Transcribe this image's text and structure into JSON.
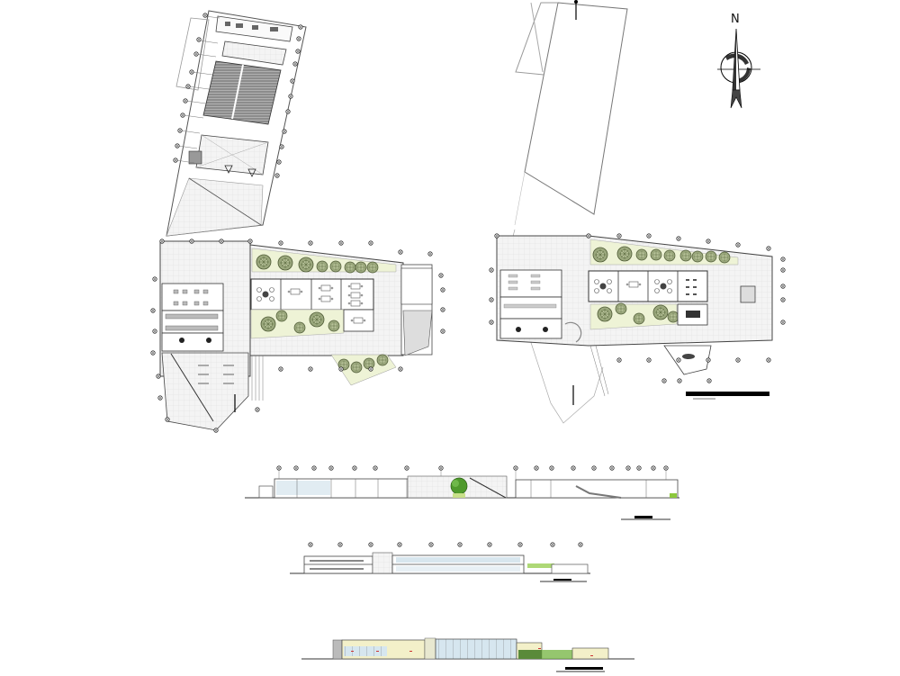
{
  "sheet": {
    "type": "architectural drawing sheet",
    "north_arrow": {
      "label": "N",
      "icon": "north-arrow-icon"
    },
    "colors": {
      "background": "#ffffff",
      "line": "#333333",
      "light_line": "#9a9a9a",
      "grid_fill": "#f1f1f1",
      "garden_fill": "#eef3d6",
      "tree_fill": "#8a9a6a",
      "tree_dark": "#5b6b40",
      "seating_fill": "#7a7a7a",
      "elevation_wall": "#f3f0c9",
      "glazing": "#cfe3ee",
      "scale_bar": "#000000",
      "vegetation_green": "#4f9a2c"
    },
    "views": [
      {
        "id": "auditorium-plan",
        "kind": "floor plan",
        "features": [
          "auditorium seating rows",
          "stage",
          "lobby",
          "entrance doors",
          "column grid bubbles"
        ]
      },
      {
        "id": "ground-floor-plan",
        "kind": "floor plan",
        "features": [
          "courtyard gardens with trees",
          "classrooms",
          "offices",
          "circulation hall",
          "column grid bubbles"
        ]
      },
      {
        "id": "site-outline",
        "kind": "site outline",
        "features": [
          "parcel boundary",
          "section arrow"
        ]
      },
      {
        "id": "upper-floor-plan",
        "kind": "floor plan",
        "features": [
          "courtyard gardens with trees",
          "meeting rooms",
          "stairs",
          "scale bar"
        ]
      },
      {
        "id": "longitudinal-section",
        "kind": "section",
        "features": [
          "tree in atrium",
          "ramp",
          "column grid bubbles",
          "scale bar"
        ]
      },
      {
        "id": "cross-section",
        "kind": "section",
        "features": [
          "two floors",
          "column grid bubbles",
          "scale bar"
        ]
      },
      {
        "id": "elevation",
        "kind": "elevation",
        "features": [
          "glazed facade",
          "vegetation",
          "scale bar"
        ]
      }
    ]
  }
}
